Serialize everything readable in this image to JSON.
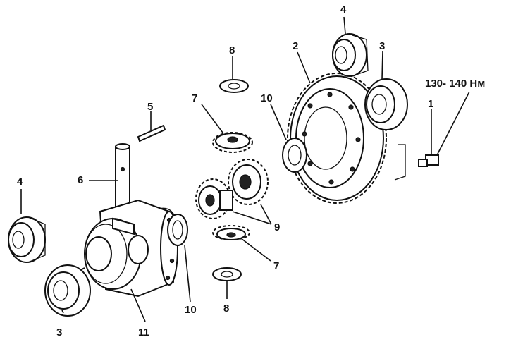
{
  "torque_spec": "130- 140 Нм",
  "callouts": [
    {
      "id": "ref-4-top",
      "text": "4"
    },
    {
      "id": "ref-2",
      "text": "2"
    },
    {
      "id": "ref-3-top",
      "text": "3"
    },
    {
      "id": "ref-8-top",
      "text": "8"
    },
    {
      "id": "ref-7-top",
      "text": "7"
    },
    {
      "id": "ref-10-top",
      "text": "10"
    },
    {
      "id": "ref-1",
      "text": "1"
    },
    {
      "id": "ref-5",
      "text": "5"
    },
    {
      "id": "ref-6",
      "text": "6"
    },
    {
      "id": "ref-4-left",
      "text": "4"
    },
    {
      "id": "ref-9",
      "text": "9"
    },
    {
      "id": "ref-7-bottom",
      "text": "7"
    },
    {
      "id": "ref-10-bottom",
      "text": "10"
    },
    {
      "id": "ref-8-bottom",
      "text": "8"
    },
    {
      "id": "ref-3-bottom",
      "text": "3"
    },
    {
      "id": "ref-11",
      "text": "11"
    }
  ]
}
